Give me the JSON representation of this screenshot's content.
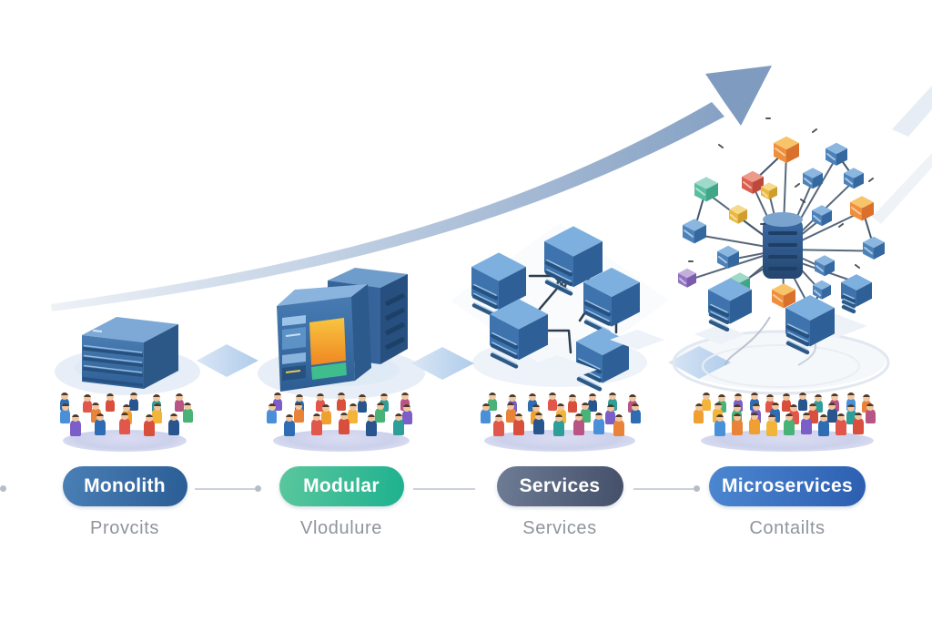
{
  "diagram_title": "architecture-evolution",
  "growth_arrow": {
    "icon": "growth-arrow-icon",
    "color_tail": "#edf1f7",
    "color_head": "#7f9cc0"
  },
  "stage_arrow_icon": "stage-arrow-icon",
  "stages": [
    {
      "id": "monolith",
      "label": "Monolith",
      "sublabel": "Provcits",
      "icon": "monolith-server-icon",
      "pill_gradient": [
        "#4a80b6",
        "#2b5d95"
      ],
      "crowd_count": 16
    },
    {
      "id": "modular",
      "label": "Modular",
      "sublabel": "Vlodulure",
      "icon": "modular-server-icon",
      "pill_gradient": [
        "#5bc79e",
        "#1db18e"
      ],
      "crowd_count": 18
    },
    {
      "id": "services",
      "label": "Services",
      "sublabel": "Services",
      "icon": "services-cluster-icon",
      "pill_gradient": [
        "#6e7c95",
        "#444f69"
      ],
      "crowd_count": 22
    },
    {
      "id": "microservices",
      "label": "Microservices",
      "sublabel": "Contailts",
      "icon": "microservices-network-icon",
      "pill_gradient": [
        "#4c87d1",
        "#2c5eb0"
      ],
      "crowd_count": 30
    }
  ],
  "crowd": {
    "icon": "crowd-icon",
    "platform_color": "#d3d7ee",
    "palette": [
      "#2e6db4",
      "#e8833a",
      "#d94f3d",
      "#f2b53a",
      "#2f9e98",
      "#7b5ec7",
      "#4a90d9",
      "#e2574c",
      "#f0a030",
      "#29558f",
      "#48b277",
      "#b95486"
    ]
  },
  "connector": {
    "line_color": "#ccd1d9",
    "dot_color": "#b7bdc7"
  }
}
